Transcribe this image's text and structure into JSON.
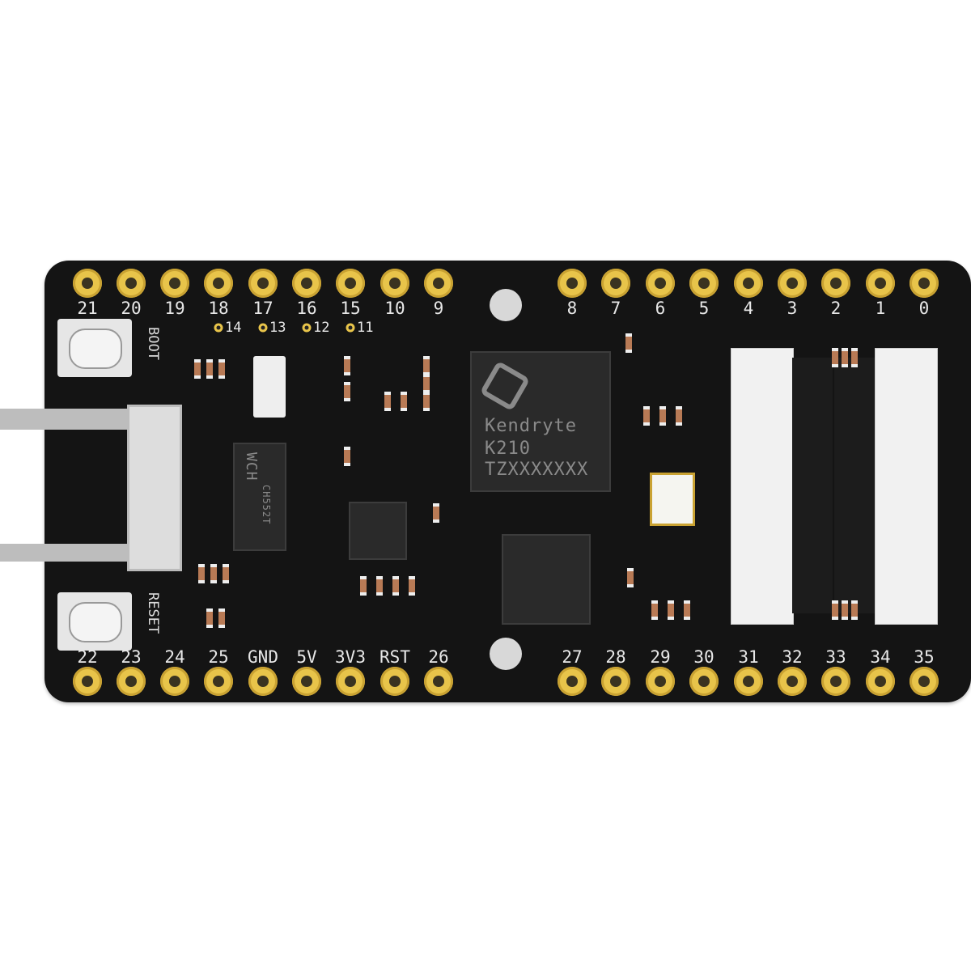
{
  "board": {
    "top_pins": [
      "21",
      "20",
      "19",
      "18",
      "17",
      "16",
      "15",
      "10",
      "9",
      "8",
      "7",
      "6",
      "5",
      "4",
      "3",
      "2",
      "1",
      "0"
    ],
    "bottom_pins": [
      "22",
      "23",
      "24",
      "25",
      "GND",
      "5V",
      "3V3",
      "RST",
      "26",
      "27",
      "28",
      "29",
      "30",
      "31",
      "32",
      "33",
      "34",
      "35"
    ],
    "inner_pins": [
      "14",
      "13",
      "12",
      "11"
    ],
    "boot_label": "BOOT",
    "reset_label": "RESET",
    "main_chip": {
      "brand": "Kendryte",
      "model": "K210",
      "code": "TZXXXXXXX"
    },
    "usb_chip": {
      "logo": "WCH",
      "model": "CH552T"
    },
    "colors": {
      "pcb": "#141414",
      "pad": "#e8c44a",
      "silkscreen": "#e8e8e8"
    }
  }
}
